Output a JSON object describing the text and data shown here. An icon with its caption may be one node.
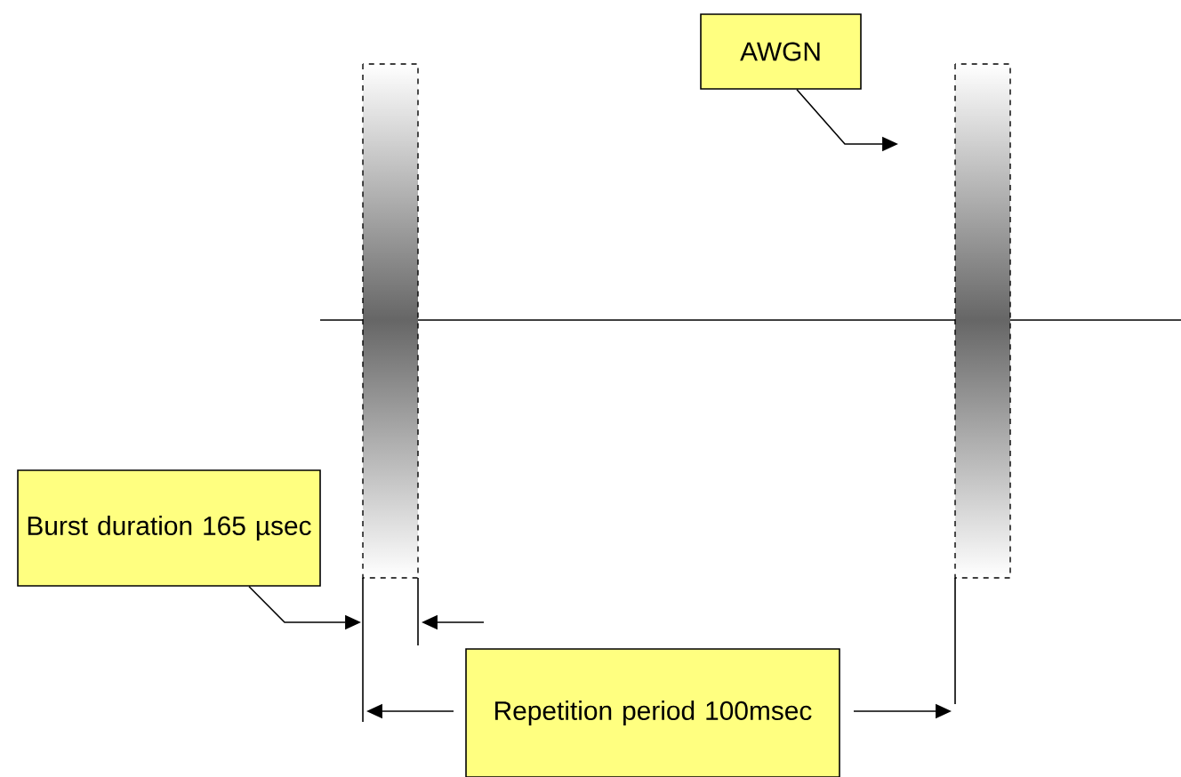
{
  "diagram": {
    "nodes": [
      {
        "text": [
          "AWGN"
        ]
      },
      {
        "text": [
          "Burst duration 165 µsec"
        ]
      },
      {
        "text": [
          "Repetition period 100msec"
        ]
      }
    ],
    "edges": [
      {
        "from": 0,
        "to": null,
        "arrow": "to"
      },
      {
        "from": 1,
        "to": null,
        "arrow": "to"
      }
    ]
  }
}
